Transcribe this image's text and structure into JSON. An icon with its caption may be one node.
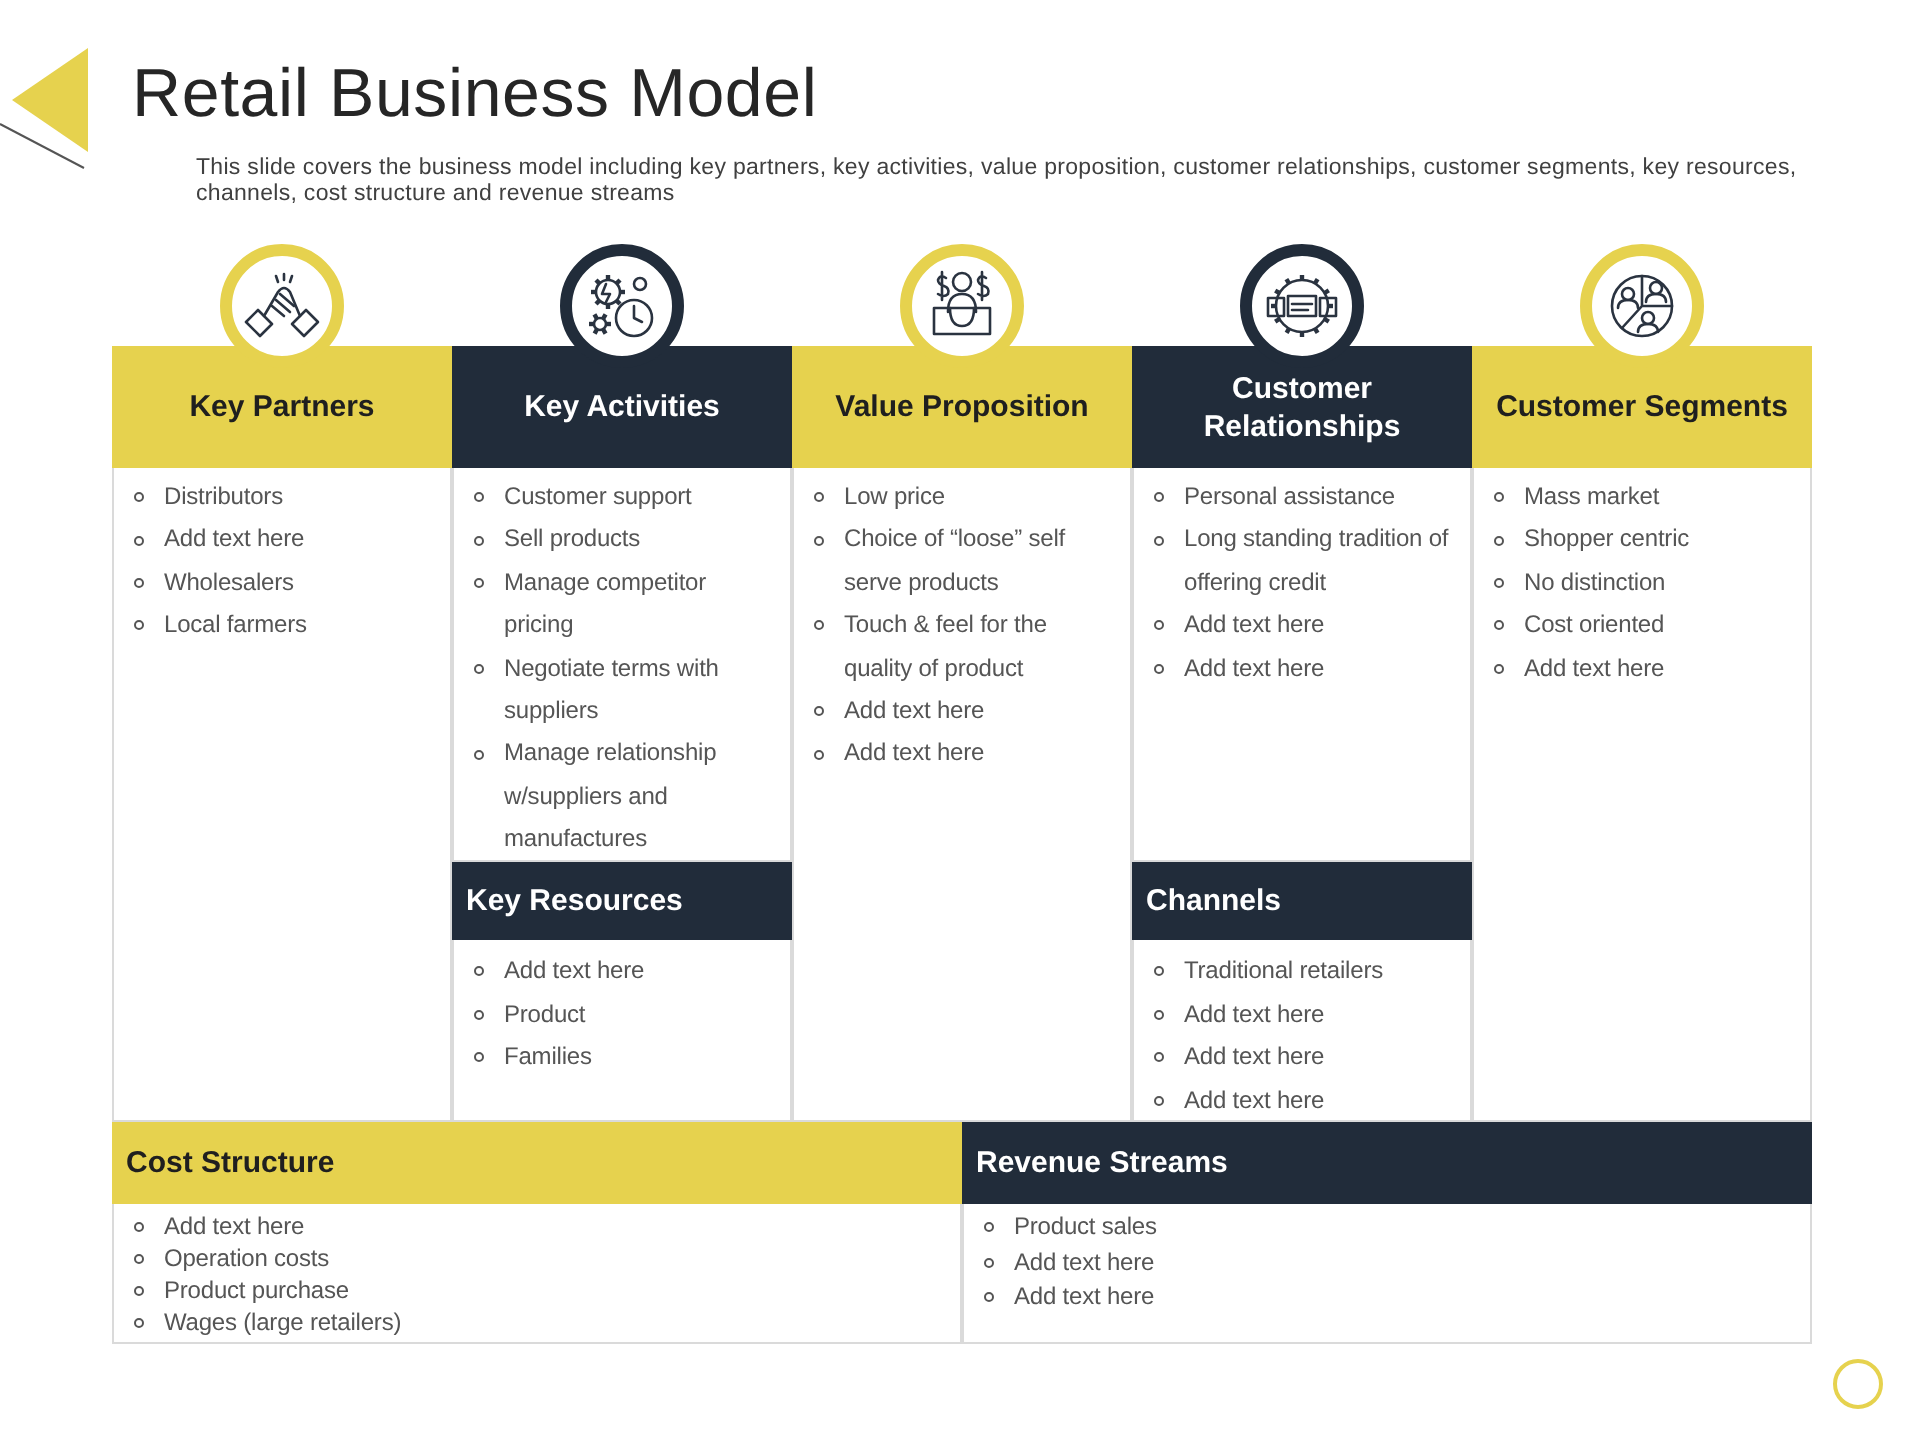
{
  "diagram": {
    "title": "Retail Business Model",
    "nodes": [
      {
        "text": [
          "Key Partners",
          "Distributors",
          "Add text here",
          "Wholesalers",
          "Local farmers"
        ]
      },
      {
        "text": [
          "Key Activities",
          "Customer support",
          "Sell products",
          "Manage competitor pricing",
          "Negotiate terms with suppliers",
          "Manage relationship w/suppliers and manufactures"
        ]
      },
      {
        "text": [
          "Value Proposition",
          "Low price",
          "Choice of “loose” self serve products",
          "Touch & feel for the quality of product",
          "Add text here",
          "Add text here"
        ]
      },
      {
        "text": [
          "Customer Relationships",
          "Personal assistance",
          "Long standing tradition of offering credit",
          "Add text here",
          "Add text here"
        ]
      },
      {
        "text": [
          "Customer Segments",
          "Mass market",
          "Shopper centric",
          "No distinction",
          "Cost oriented",
          "Add text here"
        ]
      },
      {
        "text": [
          "Key Resources",
          "Add text here",
          "Product",
          "Families"
        ]
      },
      {
        "text": [
          "Channels",
          "Traditional retailers",
          "Add text here",
          "Add text here",
          "Add text here"
        ]
      },
      {
        "text": [
          "Cost Structure",
          "Add text here",
          "Operation costs",
          "Product purchase",
          "Wages (large retailers)"
        ]
      },
      {
        "text": [
          "Revenue Streams",
          "Product sales",
          "Add text here",
          "Add text here"
        ]
      }
    ],
    "labels": [
      "This slide covers the business model including key partners, key activities, value proposition, customer relationships, customer segments, key resources, channels, cost structure and revenue streams"
    ]
  }
}
